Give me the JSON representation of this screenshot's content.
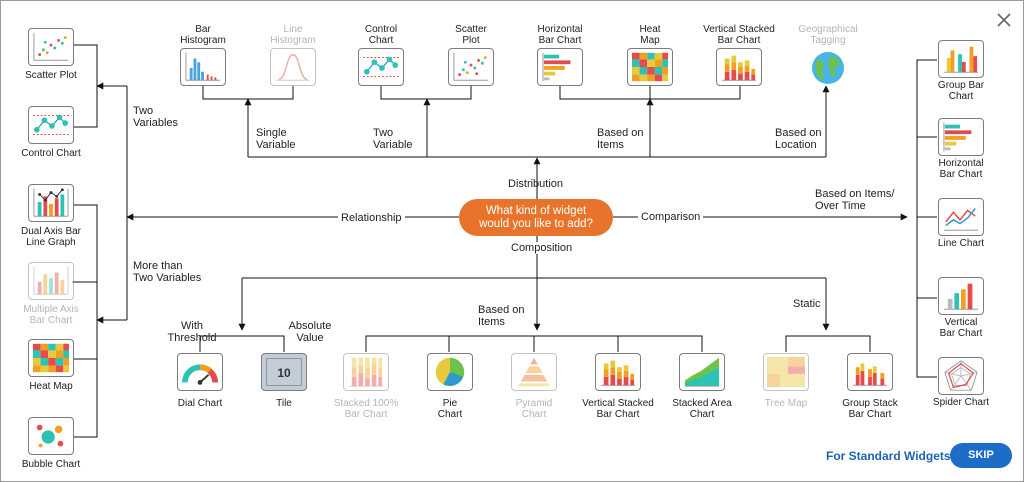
{
  "prompt": {
    "line1": "What kind of widget",
    "line2": "would you like to add?",
    "color": "#e8742c"
  },
  "categories": {
    "distribution": "Distribution",
    "relationship": "Relationship",
    "comparison": "Comparison",
    "composition": "Composition"
  },
  "sub_labels": {
    "single_variable": [
      "Single",
      "Variable"
    ],
    "two_variable": [
      "Two",
      "Variable"
    ],
    "based_on_items_top": [
      "Based on",
      "Items"
    ],
    "based_on_location": [
      "Based on",
      "Location"
    ],
    "two_variables": [
      "Two",
      "Variables"
    ],
    "more_than_two": [
      "More than",
      "Two Variables"
    ],
    "items_over_time": [
      "Based on Items/",
      "Over Time"
    ],
    "with_threshold": [
      "With",
      "Threshold"
    ],
    "absolute_value": [
      "Absolute",
      "Value"
    ],
    "based_on_items_bottom": [
      "Based on",
      "Items"
    ],
    "static": "Static"
  },
  "widgets": {
    "bar_histogram": {
      "lines": [
        "Bar",
        "Histogram"
      ],
      "icon": "bar-histogram-icon",
      "enabled": true
    },
    "line_histogram": {
      "lines": [
        "Line",
        "Histogram"
      ],
      "icon": "line-histogram-icon",
      "enabled": false
    },
    "control_chart_top": {
      "lines": [
        "Control",
        "Chart"
      ],
      "icon": "control-chart-icon",
      "enabled": true
    },
    "scatter_plot_top": {
      "lines": [
        "Scatter",
        "Plot"
      ],
      "icon": "scatter-plot-icon",
      "enabled": true
    },
    "horizontal_bar_top": {
      "lines": [
        "Horizontal",
        "Bar Chart"
      ],
      "icon": "horizontal-bar-icon",
      "enabled": true
    },
    "heat_map_top": {
      "lines": [
        "Heat",
        "Map"
      ],
      "icon": "heat-map-icon",
      "enabled": true
    },
    "vertical_stacked_top": {
      "lines": [
        "Vertical Stacked",
        "Bar Chart"
      ],
      "icon": "vertical-stacked-icon",
      "enabled": true
    },
    "geo_tagging": {
      "lines": [
        "Geographical",
        "Tagging"
      ],
      "icon": "globe-icon",
      "enabled": false
    },
    "scatter_plot_left": {
      "lines": [
        "Scatter Plot"
      ],
      "icon": "scatter-plot-icon",
      "enabled": true
    },
    "control_chart_left": {
      "lines": [
        "Control Chart"
      ],
      "icon": "control-chart-icon",
      "enabled": true
    },
    "dual_axis": {
      "lines": [
        "Dual Axis Bar",
        "Line Graph"
      ],
      "icon": "dual-axis-icon",
      "enabled": true
    },
    "multiple_axis": {
      "lines": [
        "Multiple Axis",
        "Bar Chart"
      ],
      "icon": "multiple-axis-icon",
      "enabled": false
    },
    "heat_map_left": {
      "lines": [
        "Heat Map"
      ],
      "icon": "heat-map-icon",
      "enabled": true
    },
    "bubble_chart": {
      "lines": [
        "Bubble Chart"
      ],
      "icon": "bubble-chart-icon",
      "enabled": true
    },
    "group_bar": {
      "lines": [
        "Group Bar",
        "Chart"
      ],
      "icon": "group-bar-icon",
      "enabled": true
    },
    "horizontal_bar_right": {
      "lines": [
        "Horizontal",
        "Bar Chart"
      ],
      "icon": "horizontal-bar-icon",
      "enabled": true
    },
    "line_chart": {
      "lines": [
        "Line Chart"
      ],
      "icon": "line-chart-icon",
      "enabled": true
    },
    "vertical_bar": {
      "lines": [
        "Vertical",
        "Bar Chart"
      ],
      "icon": "vertical-bar-icon",
      "enabled": true
    },
    "spider_chart": {
      "lines": [
        "Spider Chart"
      ],
      "icon": "spider-chart-icon",
      "enabled": true
    },
    "dial_chart": {
      "lines": [
        "Dial Chart"
      ],
      "icon": "dial-chart-icon",
      "enabled": true
    },
    "tile": {
      "lines": [
        "Tile"
      ],
      "icon": "tile-icon",
      "enabled": true,
      "value": "10"
    },
    "stacked_100": {
      "lines": [
        "Stacked 100%",
        "Bar Chart"
      ],
      "icon": "stacked-100-icon",
      "enabled": false
    },
    "pie_chart": {
      "lines": [
        "Pie",
        "Chart"
      ],
      "icon": "pie-chart-icon",
      "enabled": true
    },
    "pyramid_chart": {
      "lines": [
        "Pyramid",
        "Chart"
      ],
      "icon": "pyramid-chart-icon",
      "enabled": false
    },
    "vertical_stacked_bottom": {
      "lines": [
        "Vertical Stacked",
        "Bar Chart"
      ],
      "icon": "vertical-stacked-icon",
      "enabled": true
    },
    "stacked_area": {
      "lines": [
        "Stacked Area",
        "Chart"
      ],
      "icon": "stacked-area-icon",
      "enabled": true
    },
    "tree_map": {
      "lines": [
        "Tree Map"
      ],
      "icon": "tree-map-icon",
      "enabled": false
    },
    "group_stack": {
      "lines": [
        "Group Stack",
        "Bar Chart"
      ],
      "icon": "group-stack-icon",
      "enabled": true
    }
  },
  "footer": {
    "standard_label": "For Standard Widgets",
    "skip_label": "SKIP"
  },
  "colors": {
    "accent": "#e8742c",
    "link": "#1e63b5",
    "skip_button": "#1c6cc8",
    "disabled_text": "#b5b5b5"
  }
}
